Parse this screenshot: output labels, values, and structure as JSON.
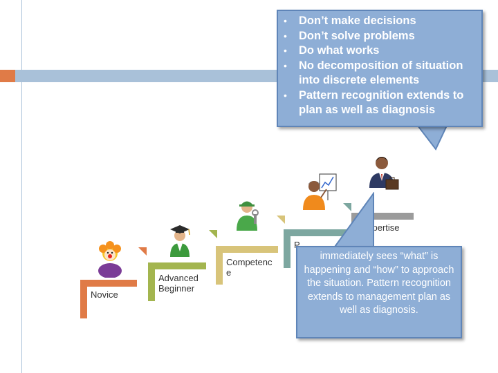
{
  "callout_top": {
    "bullets": [
      "Don’t make decisions",
      "Don’t solve problems",
      "Do what works",
      "No decomposition of situation into discrete elements",
      "Pattern recognition extends to plan as well as diagnosis"
    ]
  },
  "callout_bottom": {
    "text": "immediately sees “what” is happening and “how” to approach the situation.  Pattern recognition extends to management plan as well as diagnosis."
  },
  "stages": {
    "novice": "Novice",
    "advanced_beginner": "Advanced Beginner",
    "competence": "Competenc e",
    "proficiency": "P",
    "expertise": "xpertise"
  },
  "colors": {
    "novice": "#e07b47",
    "advanced_beginner": "#a3b54f",
    "competence": "#d8c47a",
    "proficiency": "#7da7a0",
    "expertise": "#9b9b9b",
    "callout": "#8eaed6",
    "header_bar": "#a9c1d9"
  },
  "icons": [
    "clown-icon",
    "graduate-icon",
    "mechanic-icon",
    "presenter-icon",
    "businessman-icon"
  ]
}
